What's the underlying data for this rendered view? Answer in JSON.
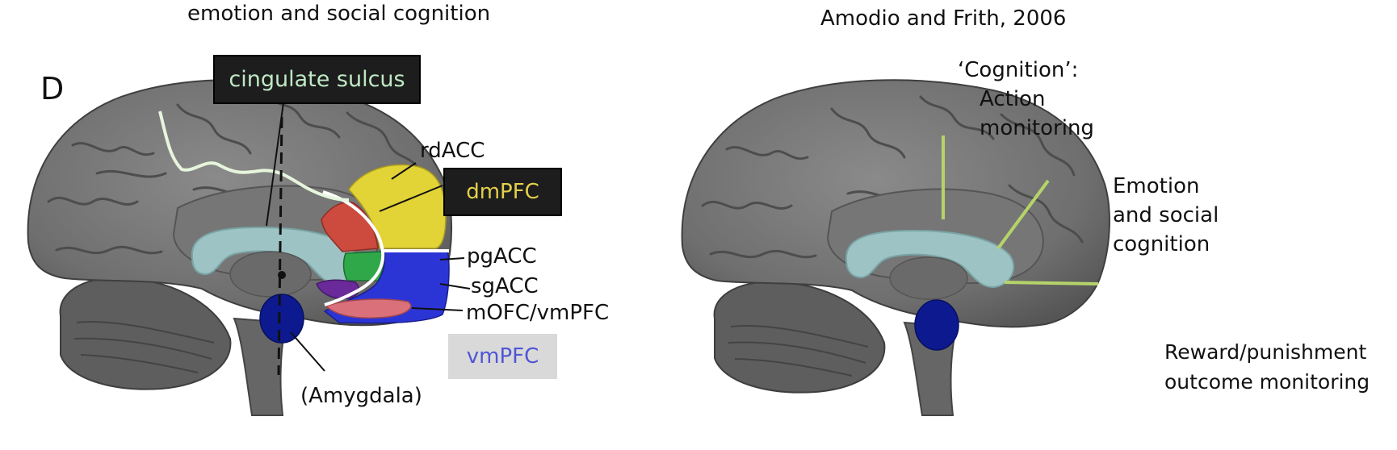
{
  "left_panel": {
    "title": "emotion and social cognition",
    "panel_letter": "D",
    "labels": {
      "cingulate_sulcus": "cingulate sulcus",
      "rdacc": "rdACC",
      "dmpfc": "dmPFC",
      "pgacc": "pgACC",
      "sgacc": "sgACC",
      "mofc_vmpfc": "mOFC/vmPFC",
      "vmpfc": "vmPFC",
      "amygdala": "(Amygdala)"
    }
  },
  "right_panel": {
    "citation": "Amodio and Frith, 2006",
    "labels": {
      "cognition_1": "‘Cognition’:",
      "cognition_2": "Action",
      "cognition_3": "monitoring",
      "emotion_1": "Emotion",
      "emotion_2": "and social",
      "emotion_3": "cognition",
      "reward_1": "Reward/punishment",
      "reward_2": "outcome monitoring"
    }
  },
  "colors": {
    "brain": "#6f6f6f",
    "brain_dark": "#4a4a4a",
    "corpus_callosum": "#9ec3c4",
    "amygdala": "#0d1a8f",
    "rdacc_yellow": "#e2d336",
    "red_region": "#cc4a3e",
    "green_region": "#2fa84a",
    "blue_region": "#2b35d6",
    "purple_region": "#6a2a9a",
    "mofc_pink": "#d9707a",
    "cingulate_line": "#e6f5dc",
    "boundary_line": "#ffffff",
    "green_lines": "#b6d36a",
    "dark_box": "#1d1d1d",
    "cingulate_text": "#bfe8c4",
    "dmpfc_text": "#e3d14a",
    "vmpfc_box": "#d9d9d9",
    "vmpfc_text": "#4f56d4"
  }
}
